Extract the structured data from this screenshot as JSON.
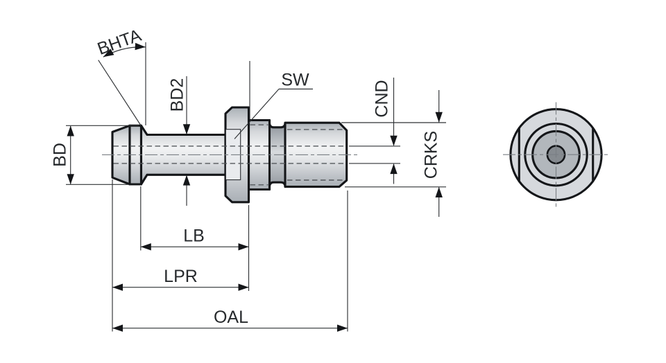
{
  "drawing": {
    "labels": {
      "bhta": "BHTA",
      "bd": "BD",
      "bd2": "BD2",
      "sw": "SW",
      "cnd": "CND",
      "crks": "CRKS",
      "lb": "LB",
      "lpr": "LPR",
      "oal": "OAL"
    },
    "colors": {
      "background": "#ffffff",
      "outline": "#141619",
      "dimension_line": "#2f3235",
      "label_text": "#26292c",
      "hidden_line": "#54585c",
      "centerline": "#7a7f84",
      "metal_light": "#f2f3f4",
      "metal_dark": "#aeb3b9",
      "end_view_face": "#d6d9dd",
      "end_view_inner_disc": "#b2b7bc",
      "end_view_hole": "#868b90"
    }
  }
}
